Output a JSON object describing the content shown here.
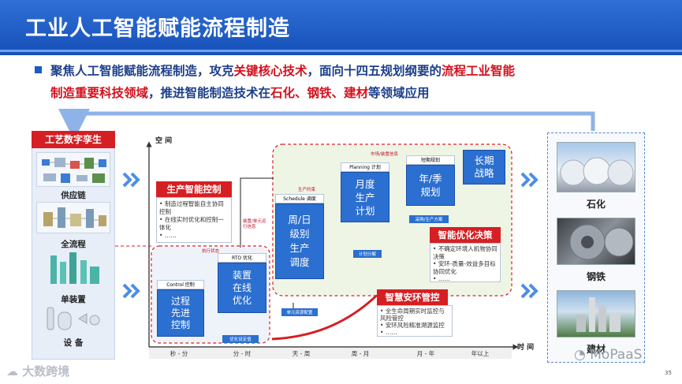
{
  "title": "工业人工智能赋能流程制造",
  "headline": {
    "line1_a": "聚焦人工智能赋能流程制造，攻克",
    "line1_b": "关键核心技术",
    "line1_c": "，面向十四五规划纲要的",
    "line1_d": "流程工业智能",
    "line2_a": "制造重要科技领域",
    "line2_b": "，推进智能制造技术在",
    "line2_c": "石化、钢铁、建材",
    "line2_d": "等领域应用"
  },
  "left_panel": {
    "header": "工艺数字孪生",
    "items": [
      "供应链",
      "全流程",
      "单装置",
      "设 备"
    ]
  },
  "axes": {
    "y_label": "空 间",
    "x_label": "时 间"
  },
  "time_ticks": [
    "秒 - 分",
    "分 - 时",
    "天 - 周",
    "周 - 月",
    "月 - 年",
    "年以上"
  ],
  "sections": {
    "production_control": {
      "header": "生产智能控制",
      "bullets": [
        "制造过程智能自主协同控制",
        "在线实时优化和控制一体化",
        "……"
      ]
    },
    "decision": {
      "header": "智能优化决策",
      "bullets": [
        "不确定环境人机物协同决策",
        "安环-质量-效益多目标协同优化",
        "……"
      ]
    },
    "safety": {
      "header": "智慧安环管控",
      "bullets": [
        "全生命周期实时监控与风险管控",
        "安环风险精准溯源监控",
        "……"
      ]
    }
  },
  "boxes": {
    "control": {
      "tag": "Control 控制",
      "text": "过程\n先进\n控制"
    },
    "rto": {
      "tag": "RTO 优化",
      "text": "装置\n在线\n优化"
    },
    "schedule": {
      "tag": "Schedule 调度",
      "text": "周/日\n级别\n生产\n调度"
    },
    "planning": {
      "tag": "Planning 计划",
      "text": "月度\n生产\n计划"
    },
    "short_plan": {
      "tag": "短期规划",
      "text": "年/季\n规划"
    },
    "strategy": {
      "text": "长期\n战略"
    }
  },
  "flow_tags": {
    "optimize_value": "优化设定值",
    "unit_alloc": "单元资源配置",
    "plan_decomp": "计划分解",
    "purchase": "采购/生产方案",
    "exec_state": "执行状态",
    "prod_constraint": "生产约束",
    "device_state": "装置/单元运行信息",
    "market_info": "市场/装置信息"
  },
  "right_panel": {
    "items": [
      "石化",
      "钢铁",
      "建材"
    ]
  },
  "footer": {
    "left": "大数跨境",
    "right": "MoPaaS",
    "page": "35"
  }
}
